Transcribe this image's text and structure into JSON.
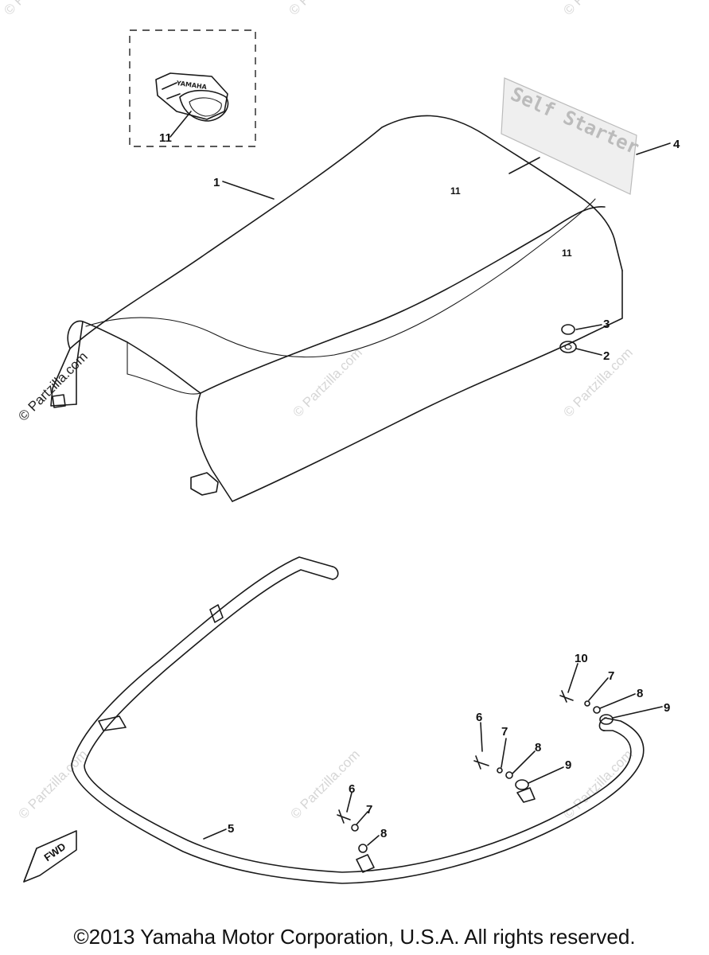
{
  "watermark": "© Partzilla.com",
  "copyright": "©2013 Yamaha Motor Corporation, U.S.A. All rights reserved.",
  "fwd_label": "FWD",
  "decal_text": "Self Starter",
  "badge_text": "YAMAHA",
  "callouts": {
    "c1": "1",
    "c2": "2",
    "c3": "3",
    "c4": "4",
    "c5": "5",
    "c6a": "6",
    "c6b": "6",
    "c7a": "7",
    "c7b": "7",
    "c7c": "7",
    "c8a": "8",
    "c8b": "8",
    "c8c": "8",
    "c9a": "9",
    "c9b": "9",
    "c10": "10",
    "c11": "11"
  }
}
